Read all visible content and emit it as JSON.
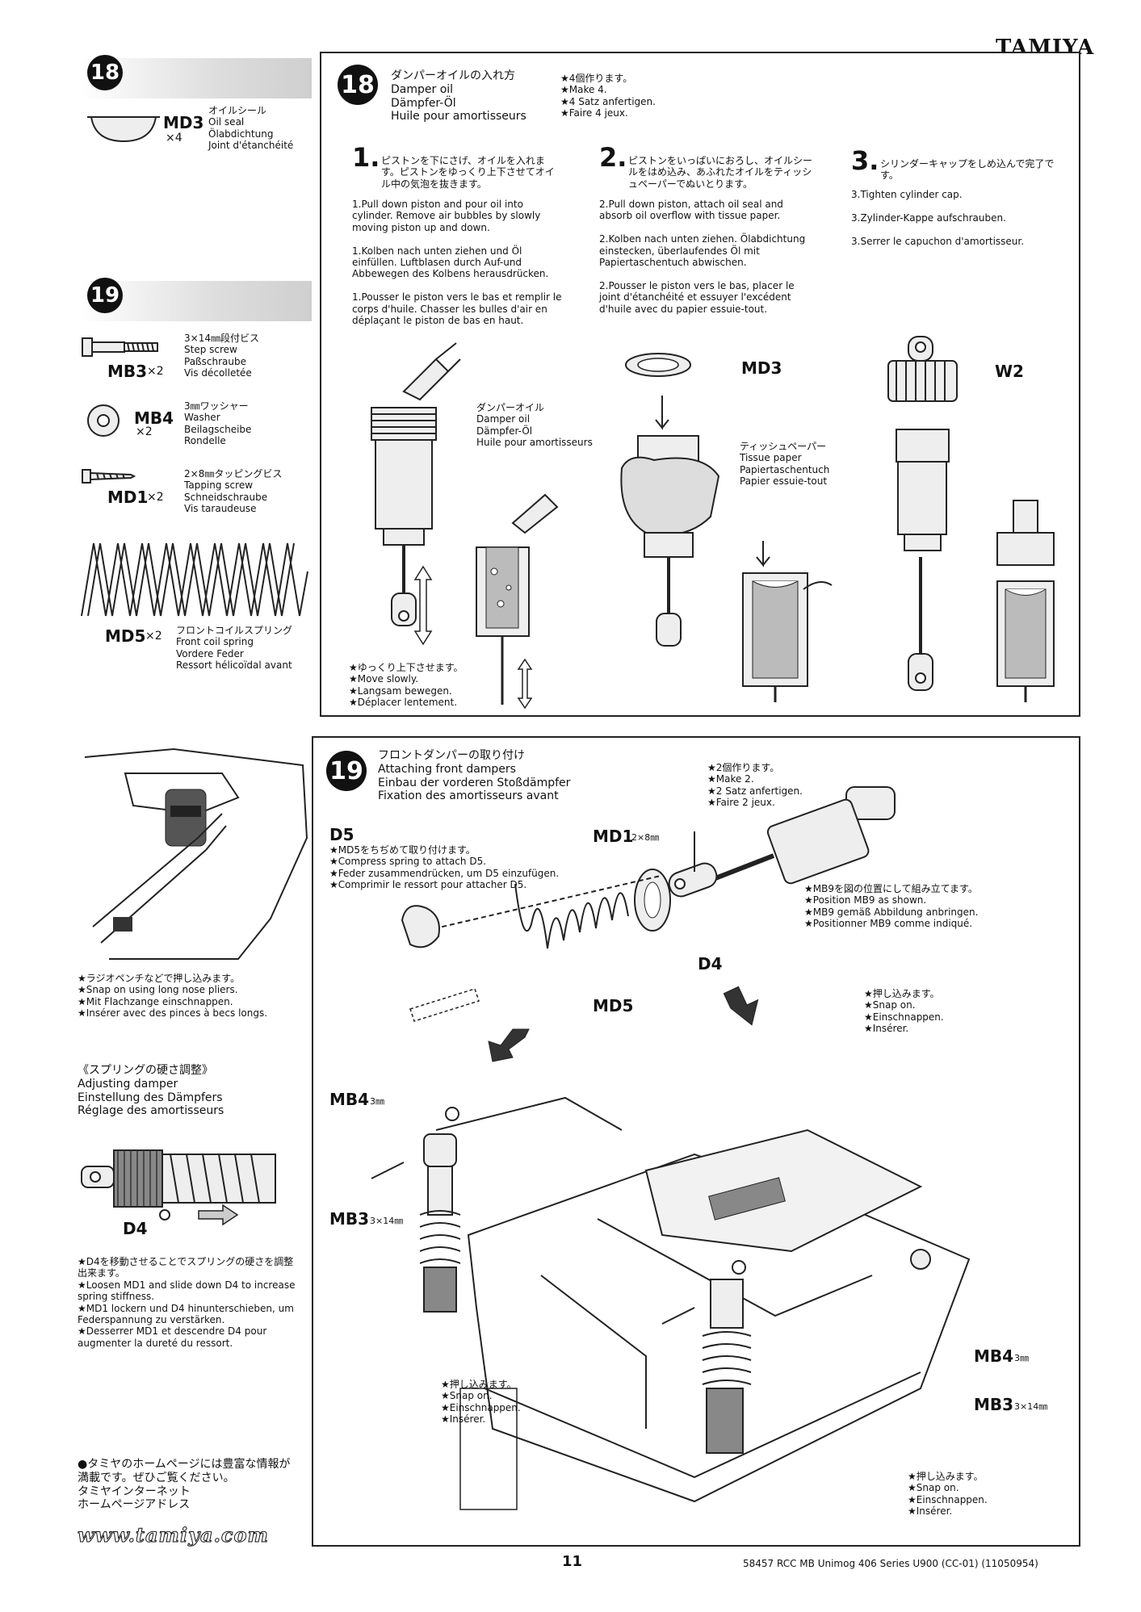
{
  "brand": "TAMIYA",
  "left": {
    "s18": {
      "number": "18",
      "part_code": "MD3",
      "qty": "×4",
      "names": "オイルシール\nOil seal\nÖlabdichtung\nJoint d'étanchéité"
    },
    "s19": {
      "number": "19",
      "items": [
        {
          "code": "MB3",
          "qty": "×2",
          "names": "3×14㎜段付ビス\nStep screw\nPaßschraube\nVis décolletée"
        },
        {
          "code": "MB4",
          "qty": "×2",
          "names": "3㎜ワッシャー\nWasher\nBeilagscheibe\nRondelle"
        },
        {
          "code": "MD1",
          "qty": "×2",
          "names": "2×8㎜タッピングビス\nTapping screw\nSchneidschraube\nVis taraudeuse"
        },
        {
          "code": "MD5",
          "qty": "×2",
          "names": "フロントコイルスプリング\nFront coil spring\nVordere Feder\nRessort hélicoïdal avant"
        }
      ]
    },
    "snap_note": "★ラジオペンチなどで押し込みます。\n★Snap on using long nose pliers.\n★Mit Flachzange einschnappen.\n★Insérer avec des pinces à becs longs.",
    "adjust_title": "《スプリングの硬さ調整》\nAdjusting damper\nEinstellung des Dämpfers\nRéglage des amortisseurs",
    "adjust_label": "D4",
    "adjust_note": "★D4を移動させることでスプリングの硬さを調整出来ます。\n★Loosen MD1 and slide down D4 to increase spring stiffness.\n★MD1 lockern und D4 hinunterschieben, um Federspannung zu verstärken.\n★Desserrer MD1 et descendre D4 pour augmenter la dureté du ressort.",
    "web_note": "●タミヤのホームページには豊富な情報が満載です。ぜひご覧ください。\nタミヤインターネット\nホームページアドレス",
    "url": "www.tamiya.com"
  },
  "panel18": {
    "number": "18",
    "title": "ダンパーオイルの入れ方\nDamper oil\nDämpfer-Öl\nHuile pour amortisseurs",
    "make": "★4個作ります。\n★Make 4.\n★4 Satz anfertigen.\n★Faire 4 jeux.",
    "step1_num": "1.",
    "step1_jp": "ピストンを下にさげ、オイルを入れます。ピストンをゆっくり上下させてオイル中の気泡を抜きます。",
    "step1_text": "1.Pull down piston and pour oil into cylinder. Remove air bubbles by slowly moving piston up and down.\n\n1.Kolben nach unten ziehen und Öl einfüllen. Luftblasen durch Auf-und Abbewegen des Kolbens herausdrücken.\n\n1.Pousser le piston vers le bas et remplir le corps d'huile. Chasser les bulles d'air en déplaçant le piston de bas en haut.",
    "step2_num": "2.",
    "step2_jp": "ピストンをいっぱいにおろし、オイルシールをはめ込み、あふれたオイルをティッシュペーパーでぬいとります。",
    "step2_text": "2.Pull down piston, attach oil seal and absorb oil overflow with tissue paper.\n\n2.Kolben nach unten ziehen. Ölabdichtung einstecken, überlaufendes Öl mit Papiertaschentuch abwischen.\n\n2.Pousser le piston vers le bas, placer le joint d'étanchéité et essuyer l'excédent d'huile avec du papier essuie-tout.",
    "step3_num": "3.",
    "step3_jp": "シリンダーキャップをしめ込んで完了です。",
    "step3_text": "3.Tighten cylinder cap.\n\n3.Zylinder-Kappe aufschrauben.\n\n3.Serrer le capuchon d'amortisseur.",
    "oil_label": "ダンパーオイル\nDamper oil\nDämpfer-Öl\nHuile pour amortisseurs",
    "md3_label": "MD3",
    "tissue_label": "ティッシュペーパー\nTissue paper\nPapiertaschentuch\nPapier essuie-tout",
    "w2_label": "W2",
    "slow_note": "★ゆっくり上下させます。\n★Move slowly.\n★Langsam bewegen.\n★Déplacer lentement."
  },
  "panel19": {
    "number": "19",
    "title": "フロントダンパーの取り付け\nAttaching front dampers\nEinbau der vorderen Stoßdämpfer\nFixation des amortisseurs avant",
    "make": "★2個作ります。\n★Make 2.\n★2 Satz anfertigen.\n★Faire 2 jeux.",
    "d5_label": "D5",
    "d5_note": "★MD5をちぢめて取り付けます。\n★Compress spring to attach D5.\n★Feder zusammendrücken, um D5 einzufügen.\n★Comprimir le ressort pour attacher D5.",
    "md1_label": "MD1",
    "md1_size": "2×8㎜",
    "mb9_note": "★MB9を図の位置にして組み立てます。\n★Position MB9 as shown.\n★MB9 gemäß Abbildung anbringen.\n★Positionner MB9 comme indiqué.",
    "d4_label": "D4",
    "md5_label": "MD5",
    "snap1": "★押し込みます。\n★Snap on.\n★Einschnappen.\n★Insérer.",
    "mb4_left": "MB4",
    "mb4_left_size": "3㎜",
    "mb3_left": "MB3",
    "mb3_left_size": "3×14㎜",
    "snap2": "★押し込みます。\n★Snap on.\n★Einschnappen.\n★Insérer.",
    "mb4_right": "MB4",
    "mb4_right_size": "3㎜",
    "mb3_right": "MB3",
    "mb3_right_size": "3×14㎜",
    "snap3": "★押し込みます。\n★Snap on.\n★Einschnappen.\n★Insérer."
  },
  "footer": {
    "page_number": "11",
    "code": "58457 RCC MB Unimog 406 Series U900 (CC-01) (11050954)"
  }
}
